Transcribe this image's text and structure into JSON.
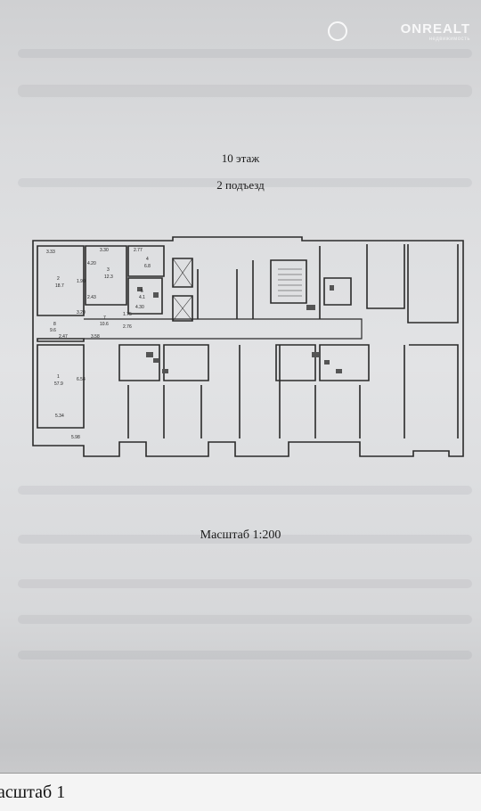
{
  "watermark": {
    "brand": "ONREALT",
    "sub": "недвижимость"
  },
  "header": {
    "floor": "10 этаж",
    "entrance": "2 подъезд"
  },
  "plan": {
    "labels": [
      "3.33",
      "3.30",
      "2.77",
      "4.20",
      "1.90",
      "2",
      "18.7",
      "3",
      "12.3",
      "4",
      "6.8",
      "5",
      "4.1",
      "2.43",
      "3.20",
      "8",
      "9.6",
      "7",
      "10.6",
      "1.75",
      "4.30",
      "2.76",
      "2.47",
      "3.58",
      "1",
      "57.9",
      "5.34",
      "6.54",
      "5.98"
    ]
  },
  "scale": {
    "label": "Масштаб 1:200"
  },
  "footer": {
    "text": "асштаб 1"
  }
}
